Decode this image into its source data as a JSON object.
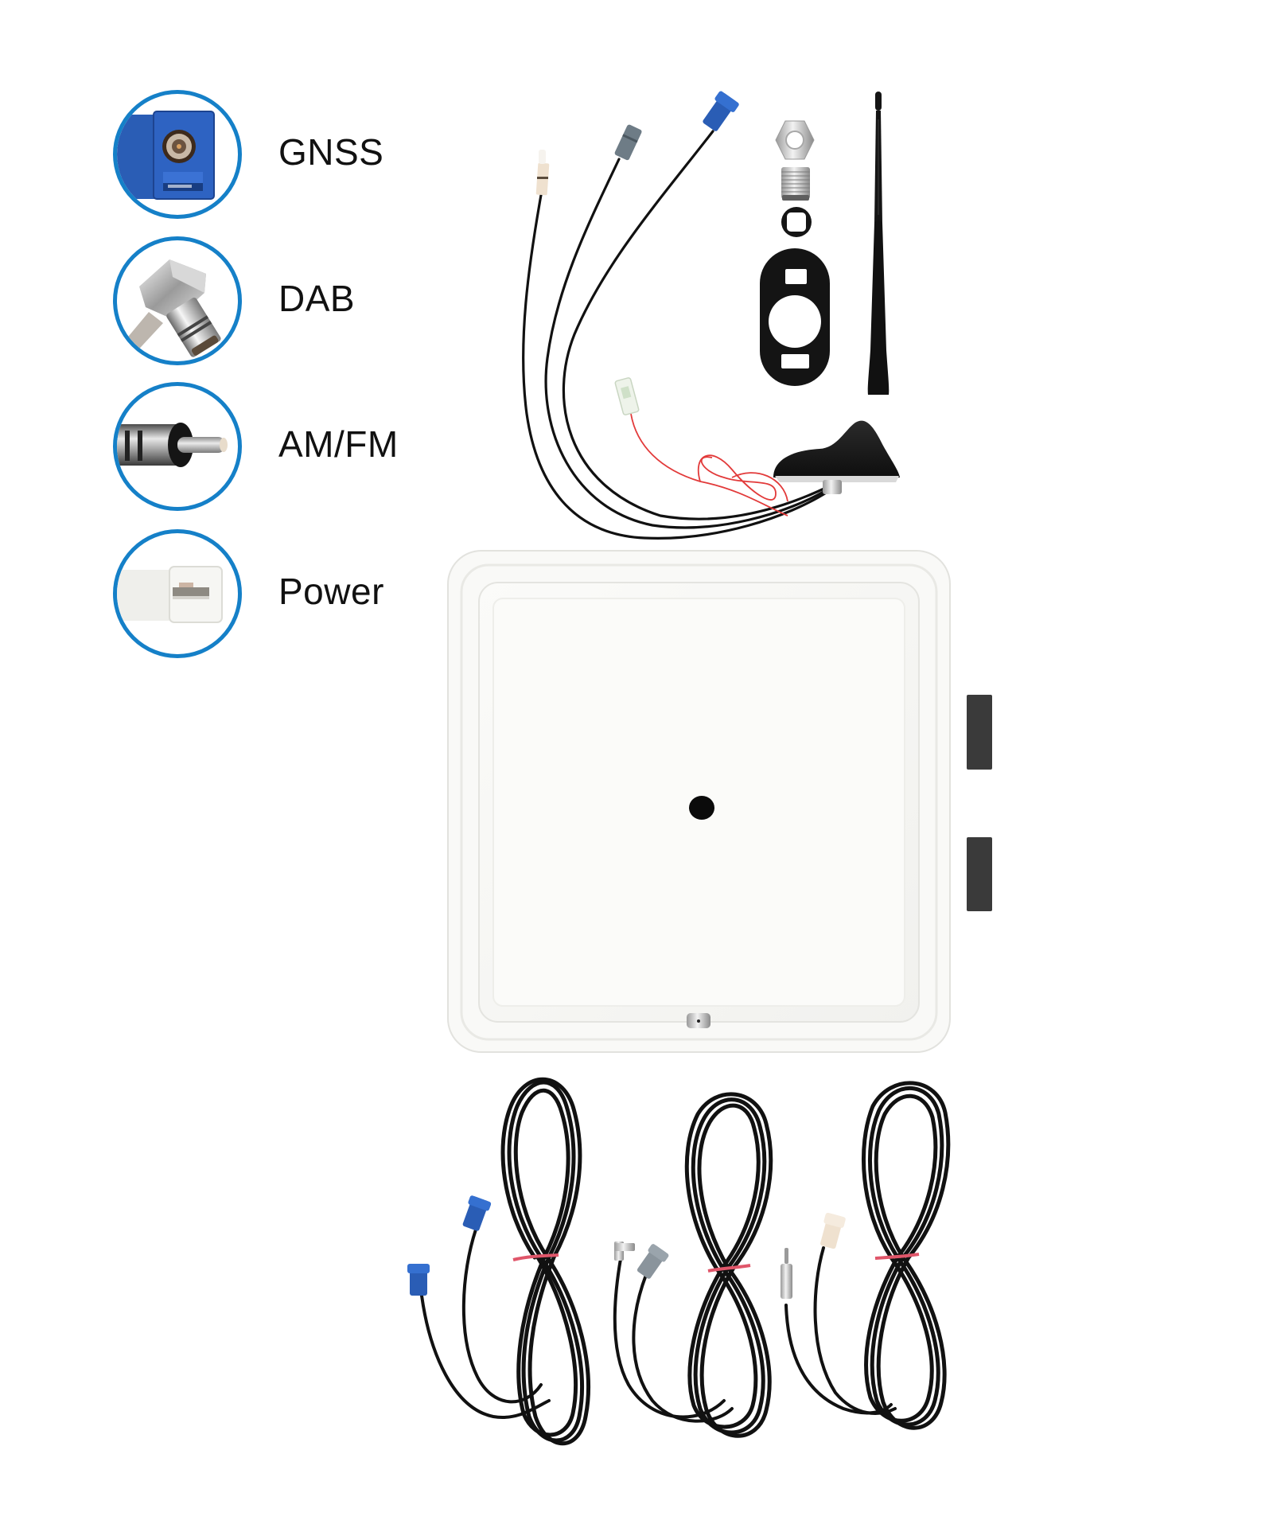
{
  "legend": {
    "ring_color": "#1580c8",
    "items": [
      {
        "id": "gnss",
        "label": "GNSS",
        "icon": "fakra-blue-connector-icon",
        "connector_color": "#2c5fb4"
      },
      {
        "id": "dab",
        "label": "DAB",
        "icon": "smb-angled-connector-icon",
        "connector_color": "#c9c9c9"
      },
      {
        "id": "amfm",
        "label": "AM/FM",
        "icon": "din-plug-connector-icon",
        "connector_color": "#8a8a8a"
      },
      {
        "id": "power",
        "label": "Power",
        "icon": "power-plug-connector-icon",
        "connector_color": "#f2f2ee"
      }
    ]
  },
  "product": {
    "components": [
      "shark-fin-antenna-base",
      "antenna-rod",
      "hex-nut",
      "threaded-bushing",
      "square-gasket-ring",
      "oval-rubber-gasket",
      "white-ground-plate",
      "foam-pads",
      "extension-cable-gnss",
      "extension-cable-dab",
      "extension-cable-amfm"
    ],
    "colors": {
      "cable": "#111111",
      "power_wire": "#e23a3a",
      "plate": "#f7f7f4",
      "plate_edge": "#e4e4e0",
      "foam": "#3a3a3a",
      "fakra_blue": "#2a5db5",
      "fakra_gray": "#6e7c86",
      "fakra_beige": "#efe1cf",
      "band": "#e0566a"
    }
  }
}
